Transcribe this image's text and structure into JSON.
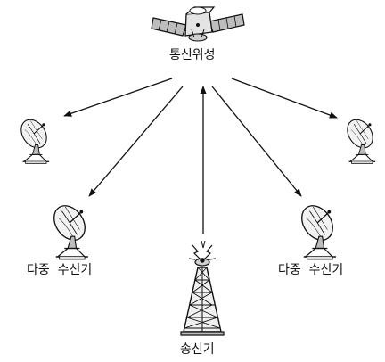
{
  "labels": {
    "satellite": "통신위성",
    "receiver_left": "다중  수신기",
    "receiver_right": "다중  수신기",
    "transmitter": "송신기"
  },
  "icons": {
    "satellite": "satellite-icon",
    "dish": "satellite-dish-icon",
    "tower": "transmitter-tower-icon"
  },
  "colors": {
    "stroke": "#111111",
    "fill_light": "#e9e9e9",
    "fill_mid": "#bdbdbd",
    "background": "#ffffff"
  }
}
